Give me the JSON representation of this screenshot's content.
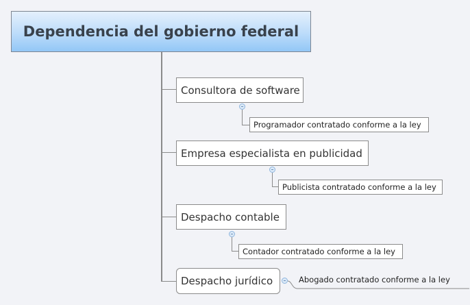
{
  "map": {
    "root": {
      "label": "Dependencia del gobierno federal"
    },
    "branches": [
      {
        "label": "Consultora de software",
        "child": "Programador contratado conforme a la ley"
      },
      {
        "label": "Empresa especialista en publicidad",
        "child": "Publicista contratado conforme a la ley"
      },
      {
        "label": "Despacho contable",
        "child": "Contador contratado conforme a la ley"
      },
      {
        "label": "Despacho jurídico",
        "child": "Abogado contratado conforme a la ley"
      }
    ],
    "colors": {
      "root_gradient_top": "#e4f0fc",
      "root_gradient_bottom": "#93c7f6",
      "connector": "#8a8a8a",
      "background": "#f2f3f7"
    }
  }
}
